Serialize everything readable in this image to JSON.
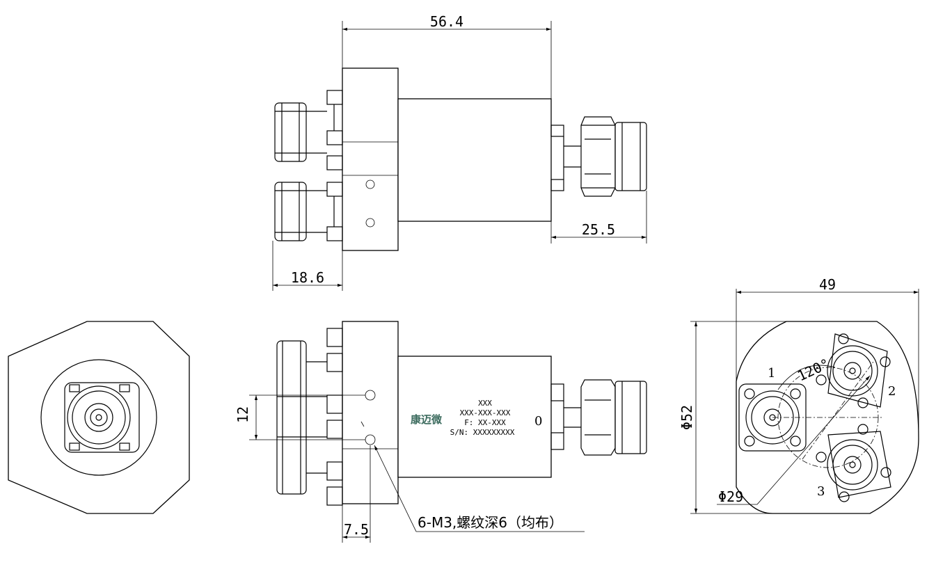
{
  "dimensions": {
    "length": "56.4",
    "connector_right": "25.5",
    "connector_left": "18.6",
    "hole_spacing": "12",
    "hole_offset": "7.5",
    "width": "49",
    "diameter": "Φ52",
    "bolt_circle": "Φ29",
    "angle": "120°"
  },
  "label": {
    "logo": "康迈微",
    "line1": "XXX",
    "line2": "XXX-XXX-XXX",
    "line3": "F: XX-XXX",
    "line4": "S/N: XXXXXXXXX"
  },
  "zero_mark": "0",
  "note": "6-M3,螺纹深6（均布）",
  "ports": [
    "1",
    "2",
    "3"
  ],
  "colors": {
    "line": "#000000",
    "logo": "#3c6b5e",
    "background": "#ffffff"
  }
}
